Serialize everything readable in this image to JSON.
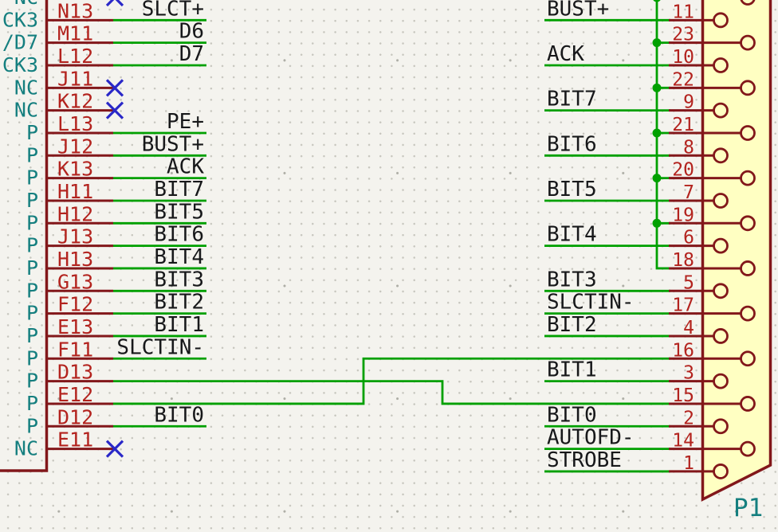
{
  "application": "schematic-editor-canvas",
  "colors": {
    "background": "#F4F3EE",
    "grid_dot": "#C7C6BE",
    "component_outline": "#82171A",
    "pin": "#82171A",
    "pin_number": "#B3231E",
    "pin_name": "#157F7F",
    "wire": "#00A000",
    "junction": "#00A000",
    "no_connect": "#2A28C8",
    "net_label": "#17181A",
    "reference": "#157F7F",
    "connector_fill": "#FFFFC2"
  },
  "left_component": {
    "description": "IC shown partially, right edge only; BGA pin numbers in red, pin names in teal inside body",
    "pins": [
      {
        "number": "",
        "name": "NC",
        "label": "",
        "no_connect": true,
        "route_to": ""
      },
      {
        "number": "N13",
        "name": "CK3",
        "label": "SLCT+",
        "no_connect": false,
        "route_to": ""
      },
      {
        "number": "M11",
        "name": "/D7",
        "label": "D6",
        "no_connect": false,
        "route_to": ""
      },
      {
        "number": "L12",
        "name": "CK3",
        "label": "D7",
        "no_connect": false,
        "route_to": ""
      },
      {
        "number": "J11",
        "name": "NC",
        "label": "",
        "no_connect": true,
        "route_to": ""
      },
      {
        "number": "K12",
        "name": "NC",
        "label": "",
        "no_connect": true,
        "route_to": ""
      },
      {
        "number": "L13",
        "name": "P",
        "label": "PE+",
        "no_connect": false,
        "route_to": ""
      },
      {
        "number": "J12",
        "name": "P",
        "label": "BUST+",
        "no_connect": false,
        "route_to": ""
      },
      {
        "number": "K13",
        "name": "P",
        "label": "ACK",
        "no_connect": false,
        "route_to": ""
      },
      {
        "number": "H11",
        "name": "P",
        "label": "BIT7",
        "no_connect": false,
        "route_to": ""
      },
      {
        "number": "H12",
        "name": "P",
        "label": "BIT5",
        "no_connect": false,
        "route_to": ""
      },
      {
        "number": "J13",
        "name": "P",
        "label": "BIT6",
        "no_connect": false,
        "route_to": ""
      },
      {
        "number": "H13",
        "name": "P",
        "label": "BIT4",
        "no_connect": false,
        "route_to": ""
      },
      {
        "number": "G13",
        "name": "P",
        "label": "BIT3",
        "no_connect": false,
        "route_to": ""
      },
      {
        "number": "F12",
        "name": "P",
        "label": "BIT2",
        "no_connect": false,
        "route_to": ""
      },
      {
        "number": "E13",
        "name": "P",
        "label": "BIT1",
        "no_connect": false,
        "route_to": ""
      },
      {
        "number": "F11",
        "name": "P",
        "label": "SLCTIN-",
        "no_connect": false,
        "route_to": ""
      },
      {
        "number": "D13",
        "name": "P",
        "label": "",
        "no_connect": false,
        "route_to": "15"
      },
      {
        "number": "E12",
        "name": "P",
        "label": "",
        "no_connect": false,
        "route_to": "16"
      },
      {
        "number": "D12",
        "name": "P",
        "label": "BIT0",
        "no_connect": false,
        "route_to": ""
      },
      {
        "number": "E11",
        "name": "NC",
        "label": "",
        "no_connect": true,
        "route_to": ""
      }
    ]
  },
  "connector": {
    "reference": "P1",
    "description": "DB25-style connector, pale yellow body with chamfered bottom, staggered pin circles, ground pins chained by vertical wire with junction dots",
    "pins": [
      {
        "number": "",
        "label": "",
        "junction": true,
        "gnd_chain": true,
        "fed_by": ""
      },
      {
        "number": "11",
        "label": "BUST+",
        "junction": false,
        "gnd_chain": false,
        "fed_by": ""
      },
      {
        "number": "23",
        "label": "",
        "junction": true,
        "gnd_chain": true,
        "fed_by": ""
      },
      {
        "number": "10",
        "label": "ACK",
        "junction": false,
        "gnd_chain": false,
        "fed_by": ""
      },
      {
        "number": "22",
        "label": "",
        "junction": true,
        "gnd_chain": true,
        "fed_by": ""
      },
      {
        "number": "9",
        "label": "BIT7",
        "junction": false,
        "gnd_chain": false,
        "fed_by": ""
      },
      {
        "number": "21",
        "label": "",
        "junction": true,
        "gnd_chain": true,
        "fed_by": ""
      },
      {
        "number": "8",
        "label": "BIT6",
        "junction": false,
        "gnd_chain": false,
        "fed_by": ""
      },
      {
        "number": "20",
        "label": "",
        "junction": true,
        "gnd_chain": true,
        "fed_by": ""
      },
      {
        "number": "7",
        "label": "BIT5",
        "junction": false,
        "gnd_chain": false,
        "fed_by": ""
      },
      {
        "number": "19",
        "label": "",
        "junction": true,
        "gnd_chain": true,
        "fed_by": ""
      },
      {
        "number": "6",
        "label": "BIT4",
        "junction": false,
        "gnd_chain": false,
        "fed_by": ""
      },
      {
        "number": "18",
        "label": "",
        "junction": false,
        "gnd_chain": true,
        "fed_by": ""
      },
      {
        "number": "5",
        "label": "BIT3",
        "junction": false,
        "gnd_chain": false,
        "fed_by": ""
      },
      {
        "number": "17",
        "label": "SLCTIN-",
        "junction": false,
        "gnd_chain": false,
        "fed_by": ""
      },
      {
        "number": "4",
        "label": "BIT2",
        "junction": false,
        "gnd_chain": false,
        "fed_by": ""
      },
      {
        "number": "16",
        "label": "",
        "junction": false,
        "gnd_chain": false,
        "fed_by": "E12"
      },
      {
        "number": "3",
        "label": "BIT1",
        "junction": false,
        "gnd_chain": false,
        "fed_by": ""
      },
      {
        "number": "15",
        "label": "",
        "junction": false,
        "gnd_chain": false,
        "fed_by": "D13"
      },
      {
        "number": "2",
        "label": "BIT0",
        "junction": false,
        "gnd_chain": false,
        "fed_by": ""
      },
      {
        "number": "14",
        "label": "AUTOFD-",
        "junction": false,
        "gnd_chain": false,
        "fed_by": ""
      },
      {
        "number": "1",
        "label": "STROBE",
        "junction": false,
        "gnd_chain": false,
        "fed_by": ""
      }
    ]
  },
  "routes": [
    {
      "from_pin": "D13",
      "to_connector_pin": "15"
    },
    {
      "from_pin": "E12",
      "to_connector_pin": "16"
    }
  ]
}
